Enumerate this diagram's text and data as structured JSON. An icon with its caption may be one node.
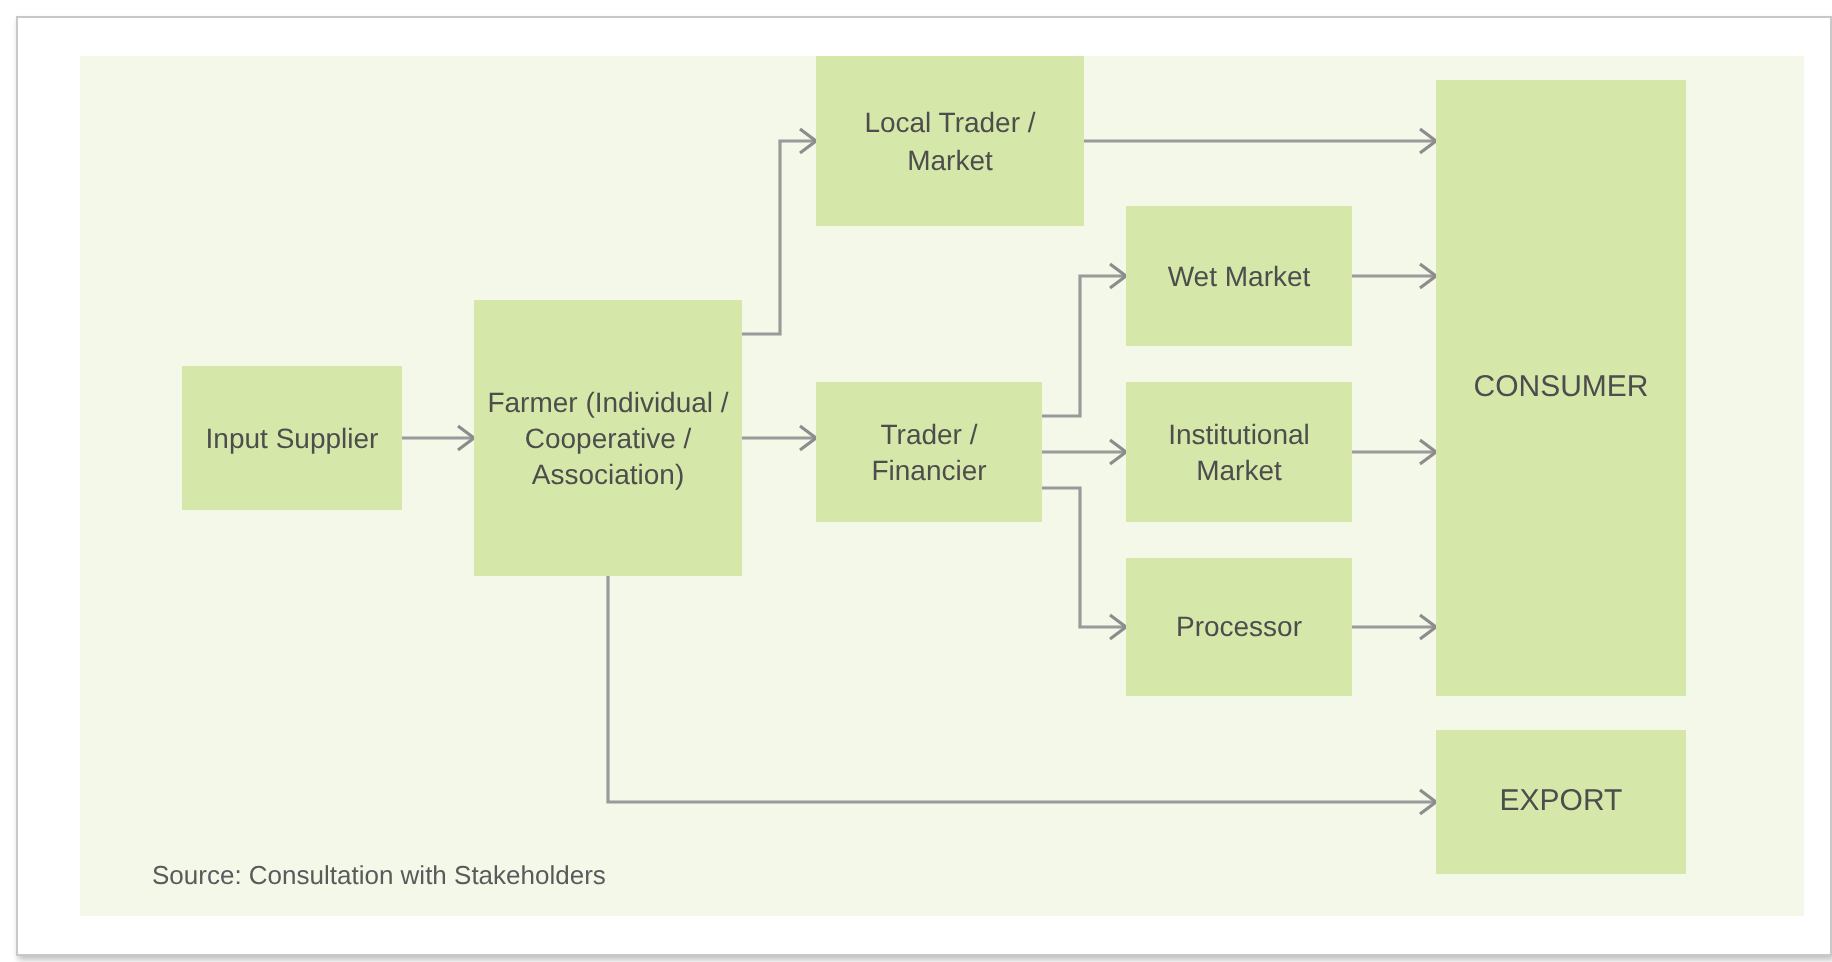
{
  "diagram": {
    "caption": "Source: Consultation with Stakeholders",
    "nodes": [
      {
        "text": [
          "Input Supplier"
        ]
      },
      {
        "text": [
          "Farmer (Individual / Cooperative / Association)"
        ]
      },
      {
        "text": [
          "Local Trader / Market"
        ]
      },
      {
        "text": [
          "Trader / Financier"
        ]
      },
      {
        "text": [
          "Wet Market"
        ]
      },
      {
        "text": [
          "Institutional Market"
        ]
      },
      {
        "text": [
          "Processor"
        ]
      },
      {
        "text": [
          "CONSUMER"
        ]
      },
      {
        "text": [
          "EXPORT"
        ]
      }
    ],
    "edges": [
      {
        "from": 0,
        "to": 1,
        "arrow": "to"
      },
      {
        "from": 1,
        "to": 2,
        "arrow": "to"
      },
      {
        "from": 1,
        "to": 3,
        "arrow": "to"
      },
      {
        "from": 1,
        "to": 8,
        "arrow": "to"
      },
      {
        "from": 2,
        "to": 7,
        "arrow": "to"
      },
      {
        "from": 3,
        "to": 4,
        "arrow": "to"
      },
      {
        "from": 3,
        "to": 5,
        "arrow": "to"
      },
      {
        "from": 3,
        "to": 6,
        "arrow": "to"
      },
      {
        "from": 4,
        "to": 7,
        "arrow": "to"
      },
      {
        "from": 5,
        "to": 7,
        "arrow": "to"
      },
      {
        "from": 6,
        "to": 7,
        "arrow": "to"
      }
    ]
  }
}
